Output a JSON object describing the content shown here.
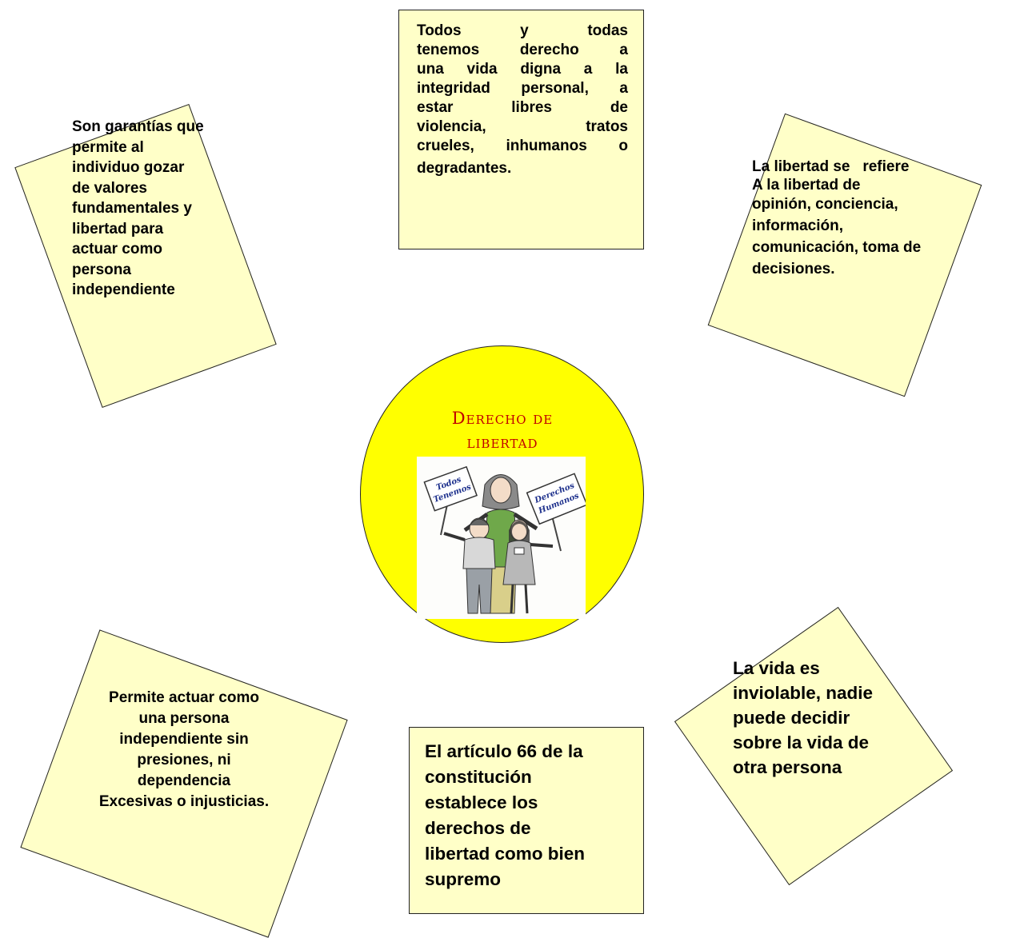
{
  "top_box": {
    "lines": [
      "Todos y todas",
      "tenemos derecho a",
      "una vida digna a la",
      "integridad personal, a",
      "estar libres de",
      "violencia, tratos",
      "crueles, inhumanos o",
      "degradantes."
    ]
  },
  "left_box": {
    "lines": [
      "Son garantías que",
      "permite al",
      "individuo gozar",
      "de valores",
      "fundamentales y",
      "libertad para",
      "actuar como",
      "persona",
      "independiente"
    ]
  },
  "right_box": {
    "lines": [
      "La libertad se   refiere",
      "A la libertad de",
      "opinión, conciencia,",
      "información,",
      "comunicación, toma de",
      "decisiones."
    ]
  },
  "bottom_left_box": {
    "lines": [
      "Permite actuar como",
      "una persona",
      "independiente sin",
      "presiones, ni",
      "dependencia",
      "Excesivas o injusticias."
    ]
  },
  "bottom_center_box": {
    "lines": [
      "El artículo 66 de la",
      "constitución",
      "establece los",
      "derechos de",
      "libertad como bien",
      "supremo"
    ]
  },
  "bottom_right_box": {
    "lines": [
      "La vida es",
      "inviolable, nadie",
      "puede decidir",
      "sobre la vida de",
      "otra persona"
    ]
  },
  "center": {
    "title_line1": "Derecho de",
    "title_line2": "libertad",
    "illustration": {
      "icon": "family-holding-signs-illustration",
      "sign_left": [
        "Todos",
        "Tenemos"
      ],
      "sign_right": [
        "Derechos",
        "Humanos"
      ]
    }
  },
  "colors": {
    "note_fill": "#ffffc8",
    "circle_fill": "#ffff00",
    "title_color": "#c00000",
    "sign_text": "#1c2f8c"
  }
}
